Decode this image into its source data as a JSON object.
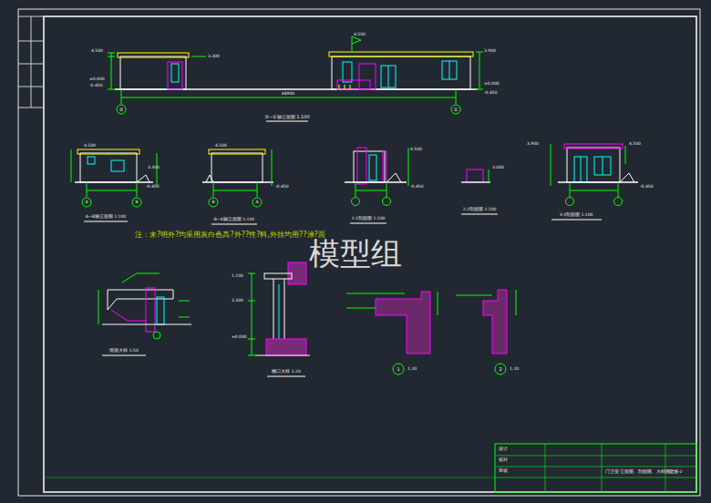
{
  "diagram": {
    "labels": [
      "4.500",
      "±0.000",
      "-0.450",
      "3.300",
      "4.500",
      "3.900",
      "±0.000",
      "-0.450",
      "48900",
      "⑦",
      "①",
      "⑦~①轴立面图 1:100",
      "4.500",
      "3.300",
      "-0.450",
      "A",
      "B",
      "A~B轴立面图 1:100",
      "4.500",
      "-0.450",
      "B",
      "A",
      "B~A轴立面图 1:100",
      "4.500",
      "-0.450",
      "1-1剖面图 1:100",
      "3.000",
      "2-2剖面图 1:100",
      "3.900",
      "4.500",
      "-0.450",
      "3-3剖面图 1:100",
      "注：未?明外?均采用灰白色高?外??性?料,外挂均用??涂?面",
      "模型组",
      "雨篷大样 1:50",
      "1.100",
      "3.300",
      "±0.000",
      "檐口大样 1:20",
      "1",
      "1:20",
      "2",
      "1:20",
      "设计",
      "校对",
      "审核",
      "门卫室 立面图、剖面图、大样图",
      "建施-2"
    ]
  }
}
